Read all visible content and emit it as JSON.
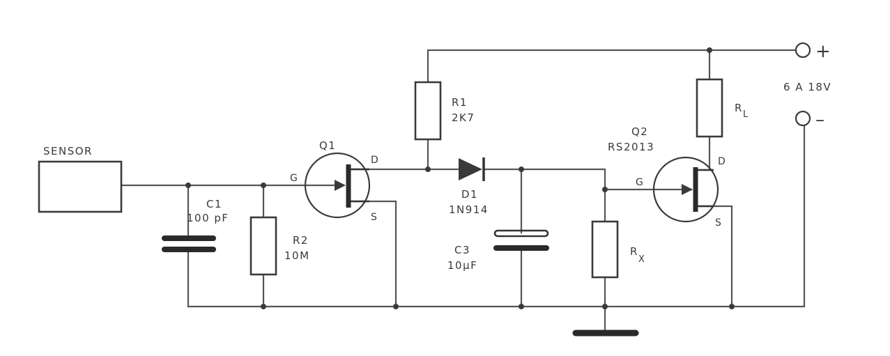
{
  "sensor": {
    "label": "SENSOR"
  },
  "c1": {
    "name": "C1",
    "value": "100 pF"
  },
  "r2": {
    "name": "R2",
    "value": "10M"
  },
  "q1": {
    "name": "Q1",
    "gate": "G",
    "drain": "D",
    "source": "S"
  },
  "r1": {
    "name": "R1",
    "value": "2K7"
  },
  "d1": {
    "name": "D1",
    "value": "1N914"
  },
  "c3": {
    "name": "C3",
    "value": "10µF"
  },
  "rx": {
    "main": "R",
    "sub": "X"
  },
  "q2": {
    "name": "Q2",
    "value": "RS2013",
    "gate": "G",
    "drain": "D",
    "source": "S"
  },
  "rl": {
    "main": "R",
    "sub": "L"
  },
  "supply": {
    "plus": "+",
    "minus": "–",
    "voltage": "6 A 18V"
  },
  "icons": {
    "ground": "ground-icon",
    "terminal": "terminal-icon"
  },
  "colors": {
    "ink": "#3a3a3a",
    "background": "#ffffff"
  }
}
